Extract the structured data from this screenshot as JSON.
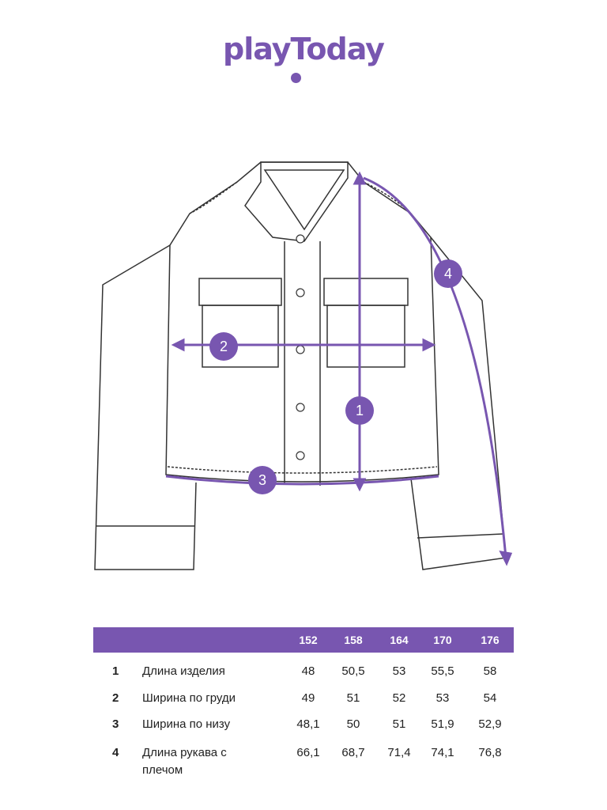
{
  "brand": {
    "logo_text": "playToday",
    "color": "#7856b0"
  },
  "markers": [
    "1",
    "2",
    "3",
    "4"
  ],
  "table": {
    "sizes": [
      "152",
      "158",
      "164",
      "170",
      "176"
    ],
    "rows": [
      {
        "num": "1",
        "label": "Длина изделия",
        "values": [
          "48",
          "50,5",
          "53",
          "55,5",
          "58"
        ]
      },
      {
        "num": "2",
        "label": "Ширина по груди",
        "values": [
          "49",
          "51",
          "52",
          "53",
          "54"
        ]
      },
      {
        "num": "3",
        "label": "Ширина по низу",
        "values": [
          "48,1",
          "50",
          "51",
          "51,9",
          "52,9"
        ]
      },
      {
        "num": "4",
        "label": "Длина рукава с плечом",
        "values": [
          "66,1",
          "68,7",
          "71,4",
          "74,1",
          "76,8"
        ]
      }
    ]
  }
}
